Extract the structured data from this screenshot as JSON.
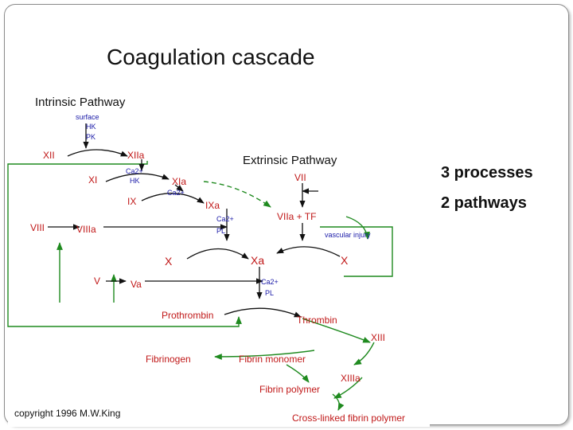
{
  "slide": {
    "title": "Coagulation cascade",
    "bullets": [
      "3 processes",
      "2 pathways"
    ]
  },
  "diagram": {
    "intrinsic_title": "Intrinsic Pathway",
    "extrinsic_title": "Extrinsic Pathway",
    "surface": "surface",
    "hk_top": "HK",
    "pk": "PK",
    "xii": "XII",
    "xiia": "XIIa",
    "xi": "XI",
    "ca2_1": "Ca2+",
    "hk_2": "HK",
    "xia": "XIa",
    "vii": "VII",
    "ix": "IX",
    "ca2_2": "Ca2+",
    "ixa": "IXa",
    "viia_tf": "VIIa + TF",
    "viii": "VIII",
    "viiia": "VIIIa",
    "ca2_3": "Ca2+",
    "pl_1": "PL",
    "vascular_injury": "vascular injury",
    "x_left": "X",
    "xa": "Xa",
    "x_right": "X",
    "v": "V",
    "va": "Va",
    "ca2_4": "Ca2+",
    "pl_2": "PL",
    "prothrombin": "Prothrombin",
    "thrombin": "Thrombin",
    "xiii": "XIII",
    "fibrinogen": "Fibrinogen",
    "fibrin_monomer": "Fibrin monomer",
    "xiiia": "XIIIa",
    "fibrin_polymer": "Fibrin polymer",
    "crosslinked": "Cross-linked fibrin polymer",
    "copyright": "copyright 1996 M.W.King"
  },
  "colors": {
    "green": "#1f8a1f",
    "black_arrow": "#111111",
    "blue_text": "#1a1aa8",
    "red_text": "#c01818"
  }
}
